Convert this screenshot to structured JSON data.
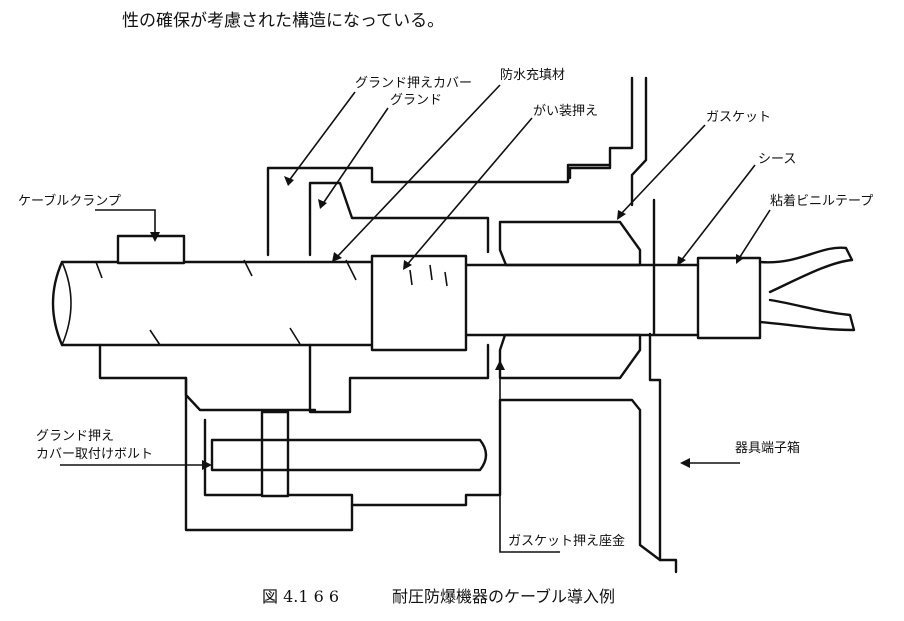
{
  "intro_text": "性の確保が考慮された構造になっている。",
  "labels": {
    "gland_cover": "グランド押えカバー",
    "waterproof_filler": "防水充填材",
    "gland": "グランド",
    "armor_retainer": "がい装押え",
    "gasket": "ガスケット",
    "sheath": "シース",
    "vinyl_tape": "粘着ビニルテープ",
    "cable_clamp": "ケーブルクランプ",
    "bolt_line1": "グランド押え",
    "bolt_line2": "カバー取付けボルト",
    "terminal_box": "器具端子箱",
    "gasket_washer": "ガスケット押え座金"
  },
  "caption": {
    "number": "図 4.1 6 6",
    "title": "耐圧防爆機器のケーブル導入例"
  },
  "colors": {
    "line": "#111111",
    "background": "#ffffff"
  }
}
